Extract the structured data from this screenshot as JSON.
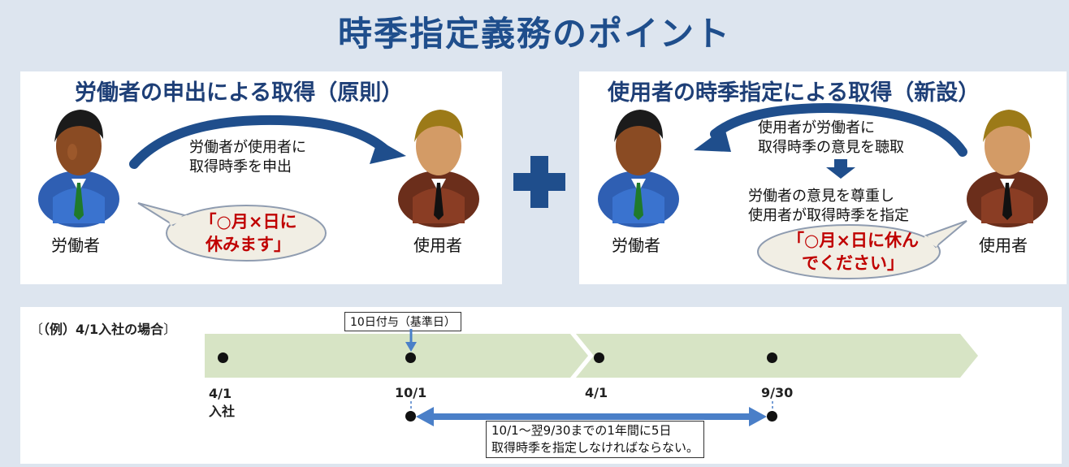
{
  "title": "時季指定義務のポイント",
  "left_panel": {
    "title": "労働者の申出による取得（原則）",
    "arrow_text_line1": "労働者が使用者に",
    "arrow_text_line2": "取得時季を申出",
    "bubble_line1": "「○月×日に",
    "bubble_line2": "休みます」",
    "worker_label": "労働者",
    "employer_label": "使用者"
  },
  "right_panel": {
    "title": "使用者の時季指定による取得（新設）",
    "arrow_text_line1": "使用者が労働者に",
    "arrow_text_line2": "取得時季の意見を聴取",
    "respect_line1": "労働者の意見を尊重し",
    "respect_line2": "使用者が取得時季を指定",
    "bubble_line1": "「○月×日に休ん",
    "bubble_line2": "でください」",
    "worker_label": "労働者",
    "employer_label": "使用者"
  },
  "timeline": {
    "example_label": "（例）4/1入社の場合",
    "grant_label": "10日付与（基準日）",
    "points": [
      {
        "label": "4/1",
        "sub": "入社"
      },
      {
        "label": "10/1",
        "sub": ""
      },
      {
        "label": "4/1",
        "sub": ""
      },
      {
        "label": "9/30",
        "sub": ""
      }
    ],
    "period_line1": "10/1～翌9/30までの1年間に5日",
    "period_line2": "取得時季を指定しなければならない。"
  },
  "colors": {
    "title": "#1f4e8c",
    "accent": "#1f4e8c",
    "red": "#c00000",
    "timeline_band": "#d7e4c5",
    "bubble": "#f1eee4"
  }
}
